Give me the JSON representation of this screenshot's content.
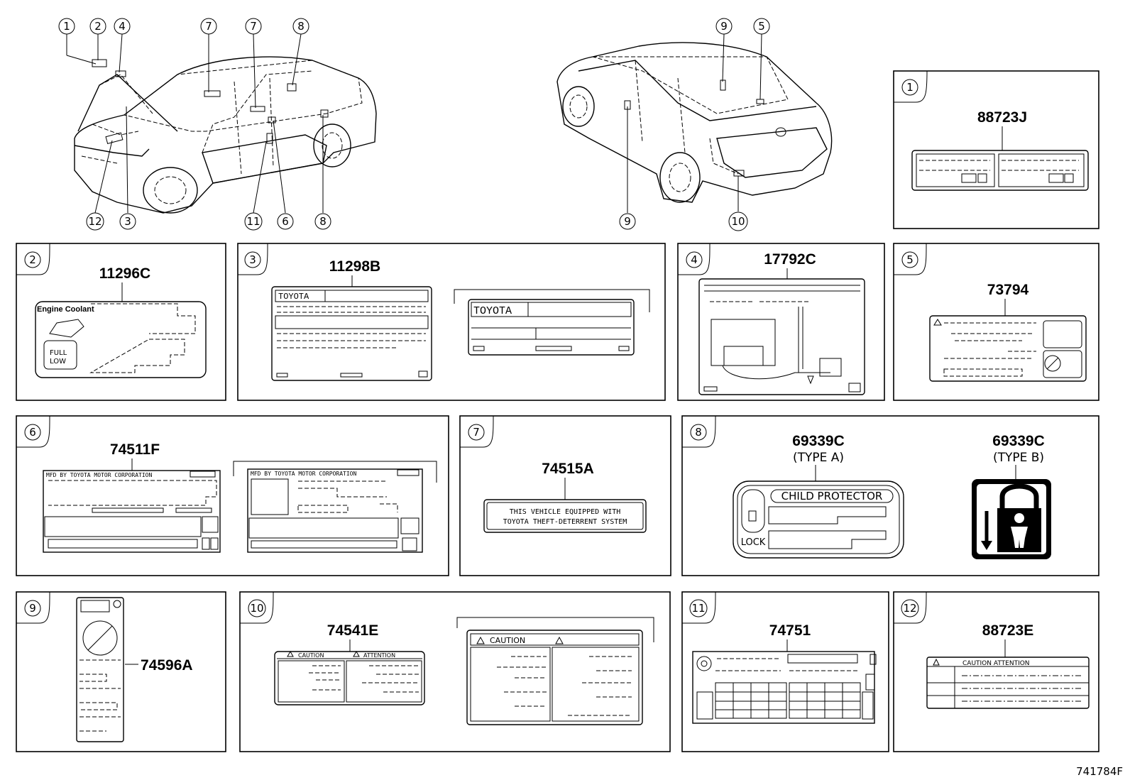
{
  "callouts": [
    "1",
    "2",
    "3",
    "4",
    "5",
    "6",
    "7",
    "8",
    "9",
    "10",
    "11",
    "12"
  ],
  "panels": [
    {
      "n": "1",
      "part": "88723J"
    },
    {
      "n": "2",
      "part": "11296C",
      "engine_coolant": "Engine Coolant",
      "full": "FULL",
      "low": "LOW"
    },
    {
      "n": "3",
      "part": "11298B",
      "brand": "TOYOTA",
      "brand2": "TOYOTA"
    },
    {
      "n": "4",
      "part": "17792C"
    },
    {
      "n": "5",
      "part": "73794"
    },
    {
      "n": "6",
      "part": "74511F",
      "mfd1": "MFD BY TOYOTA MOTOR CORPORATION",
      "mfd2": "MFD BY TOYOTA MOTOR CORPORATION"
    },
    {
      "n": "7",
      "part": "74515A",
      "line1": "THIS VEHICLE EQUIPPED WITH",
      "line2": "TOYOTA THEFT-DETERRENT SYSTEM"
    },
    {
      "n": "8",
      "part_a": "69339C",
      "type_a": "(TYPE A)",
      "part_b": "69339C",
      "type_b": "(TYPE B)",
      "child": "CHILD PROTECTOR",
      "lock": "LOCK"
    },
    {
      "n": "9",
      "part": "74596A"
    },
    {
      "n": "10",
      "part": "74541E",
      "caution": "CAUTION",
      "attention": "ATTENTION",
      "caution2": "CAUTION"
    },
    {
      "n": "11",
      "part": "74751"
    },
    {
      "n": "12",
      "part": "88723E",
      "caution_attention": "CAUTION ATTENTION"
    }
  ],
  "diagram_id": "741784F"
}
